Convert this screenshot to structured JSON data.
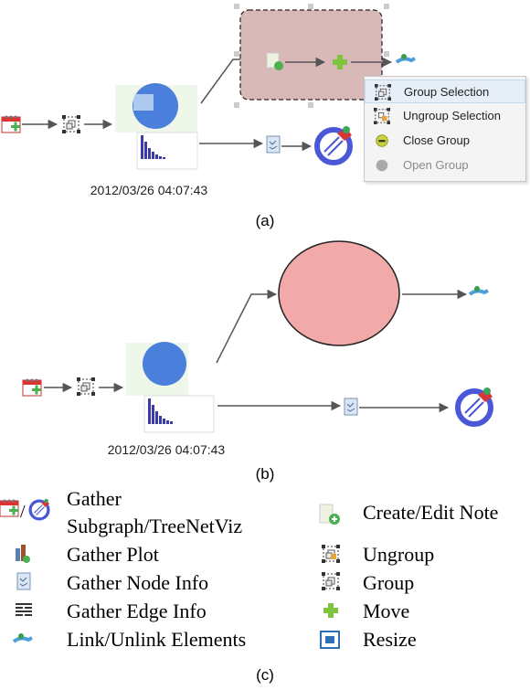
{
  "panel_a": {
    "timestamp": "2012/03/26 04:07:43",
    "caption": "(a)",
    "context_menu": {
      "items": [
        {
          "label": "Group Selection",
          "icon": "group-icon",
          "state": "highlighted"
        },
        {
          "label": "Ungroup Selection",
          "icon": "ungroup-icon",
          "state": "normal"
        },
        {
          "label": "Close Group",
          "icon": "close-group-icon",
          "state": "normal"
        },
        {
          "label": "Open Group",
          "icon": "open-group-icon",
          "state": "disabled"
        }
      ]
    }
  },
  "panel_b": {
    "timestamp": "2012/03/26 04:07:43",
    "caption": "(b)"
  },
  "legend": {
    "caption": "(c)",
    "left": [
      {
        "label": "Gather",
        "icon": "gather-subgraph-treenetviz-icon"
      },
      {
        "label": "Subgraph/TreeNetViz",
        "icon": ""
      },
      {
        "label": "Gather Plot",
        "icon": "gather-plot-icon"
      },
      {
        "label": "Gather Node Info",
        "icon": "gather-node-info-icon"
      },
      {
        "label": "Gather Edge Info",
        "icon": "gather-edge-info-icon"
      },
      {
        "label": "Link/Unlink Elements",
        "icon": "link-icon"
      }
    ],
    "right": [
      {
        "label": "Create/Edit Note",
        "icon": "note-icon"
      },
      {
        "label": "Ungroup",
        "icon": "ungroup-icon"
      },
      {
        "label": "Group",
        "icon": "group-icon"
      },
      {
        "label": "Move",
        "icon": "move-icon"
      },
      {
        "label": "Resize",
        "icon": "resize-icon"
      }
    ]
  },
  "colors": {
    "group_fill_a": "#d9b8b8",
    "group_fill_b": "#f2a9a9",
    "arrow": "#555555",
    "blue_node": "#4a7fdc",
    "green": "#5cb85c",
    "red": "#d63838"
  }
}
